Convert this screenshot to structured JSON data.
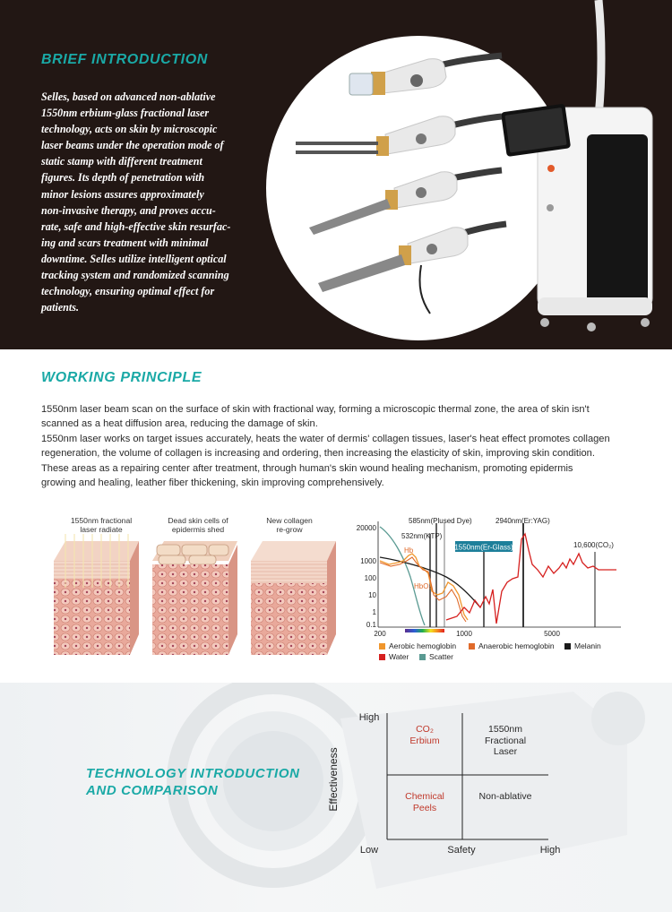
{
  "intro": {
    "heading": "BRIEF INTRODUCTION",
    "lines": [
      "Selles, based on advanced non-ablative",
      "1550nm erbium-glass fractional laser",
      "technology, acts on skin by microscopic",
      "laser beams under the operation mode of",
      "static stamp with different treatment",
      "figures. Its depth of penetration with",
      "minor lesions assures approximately",
      "non-invasive therapy, and proves accu-",
      "rate, safe and high-effective skin resurfac-",
      "ing and scars treatment with minimal",
      "downtime. Selles utilize intelligent optical",
      "tracking system and randomized scanning",
      "technology, ensuring optimal effect for",
      "patients."
    ]
  },
  "working": {
    "heading": "WORKING PRINCIPLE",
    "lines": [
      "1550nm laser beam scan on the surface of skin with fractional way, forming a microscopic thermal zone, the area of skin isn't",
      "scanned as a heat diffusion area, reducing the damage of skin.",
      "1550nm laser works on target issues accurately, heats the water of dermis' collagen tissues, laser's heat effect promotes collagen",
      "regeneration, the volume of collagen is increasing and ordering, then increasing the elasticity of skin, improving skin condition.",
      "These areas as a repairing center after treatment, through human's skin wound healing mechanism, promoting epidermis",
      "growing and healing, leather fiber thickening, skin improving comprehensively."
    ],
    "skin_labels": [
      [
        "1550nm fractional",
        "laser radiate"
      ],
      [
        "Dead skin cells of",
        "epidermis shed"
      ],
      [
        "New collagen",
        "re-grow"
      ]
    ]
  },
  "chart_data": {
    "type": "line",
    "title": "",
    "xlabel": "",
    "ylabel": "",
    "x_tick_labels": [
      "200",
      "1000",
      "5000"
    ],
    "y_tick_labels": [
      "20000",
      "1000",
      "100",
      "10",
      "1",
      "0.1"
    ],
    "annotations": [
      "585nm(Plused Dye)",
      "532nm(KTP)",
      "1550nm(Er-Glass)",
      "2940nm(Er:YAG)",
      "10,600(CO₂)",
      "Hb",
      "HbO₂"
    ],
    "series": [
      {
        "name": "Aerobic hemoglobin",
        "color": "#f0962c"
      },
      {
        "name": "Anaerobic hemoglobin",
        "color": "#e06a2a"
      },
      {
        "name": "Melanin",
        "color": "#1a1a1a"
      },
      {
        "name": "Water",
        "color": "#d6201f"
      },
      {
        "name": "Scatter",
        "color": "#5a9a92"
      }
    ],
    "legend_items": [
      "Aerobic hemoglobin",
      "Anaerobic hemoglobin",
      "Melanin",
      "Water",
      "Scatter"
    ]
  },
  "tech": {
    "heading_lines": [
      "TECHNOLOGY INTRODUCTION",
      "AND COMPARISON"
    ],
    "y_axis_label": "Effectiveness",
    "y_high": "High",
    "x_low": "Low",
    "x_mid": "Safety",
    "x_high": "High",
    "q_top_left": [
      "CO₂",
      "Erbium"
    ],
    "q_top_right": [
      "1550nm",
      "Fractional",
      "Laser"
    ],
    "q_bottom_left": [
      "Chemical",
      "Peels"
    ],
    "q_bottom_right": [
      "Non-ablative"
    ]
  }
}
